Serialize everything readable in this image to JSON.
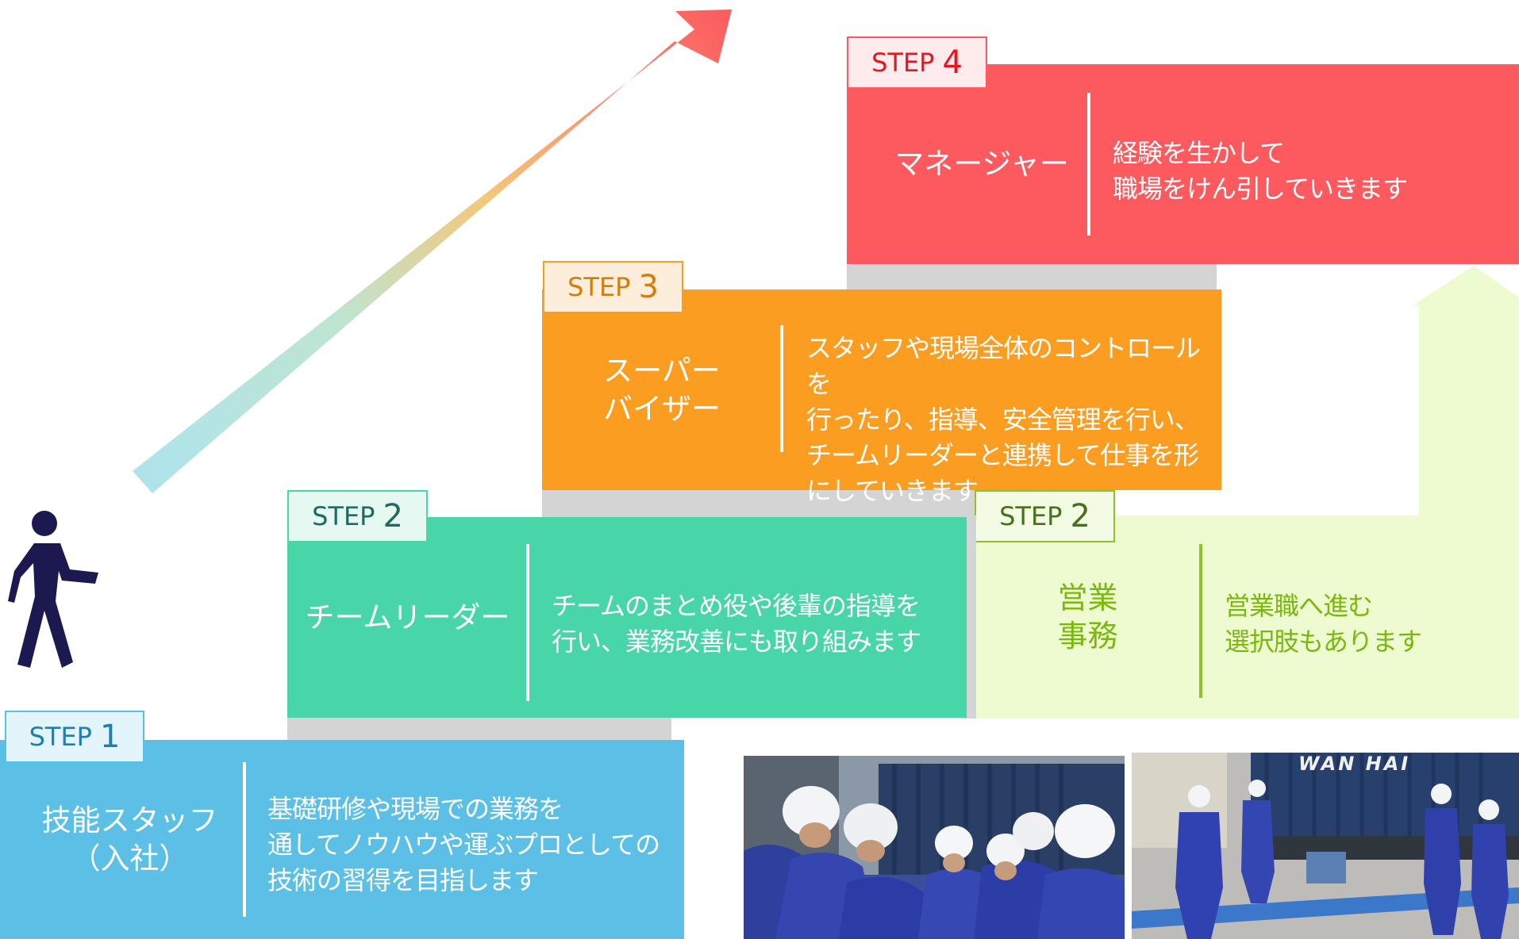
{
  "colors": {
    "step1": "#5bbfe6",
    "step2_leader": "#48d6a8",
    "step2_sales": "#eefbd0",
    "step3": "#fa9d21",
    "step4": "#fc5a5f",
    "arrow_start": "#aee3ee",
    "arrow_mid": "#f4c77a",
    "arrow_end": "#fc5a5f",
    "walker": "#1c1950"
  },
  "icons": {
    "walker": "walking-person-icon",
    "arrow": "growth-arrow-icon"
  },
  "steps": [
    {
      "tag_word": "STEP",
      "tag_num": "1",
      "title": "技能スタッフ\n（入社）",
      "description": "基礎研修や現場での業務を\n通してノウハウや運ぶプロとしての\n技術の習得を目指します"
    },
    {
      "tag_word": "STEP",
      "tag_num": "2",
      "title": "チームリーダー",
      "description": "チームのまとめ役や後輩の指導を\n行い、業務改善にも取り組みます"
    },
    {
      "tag_word": "STEP",
      "tag_num": "2",
      "title": "営業\n事務",
      "description": "営業職へ進む\n選択肢もあります"
    },
    {
      "tag_word": "STEP",
      "tag_num": "3",
      "title": "スーパー\nバイザー",
      "description": "スタッフや現場全体のコントロールを\n行ったり、指導、安全管理を行い、\nチームリーダーと連携して仕事を形\nにしていきます"
    },
    {
      "tag_word": "STEP",
      "tag_num": "4",
      "title": "マネージャー",
      "description": "経験を生かして\n職場をけん引していきます"
    }
  ],
  "photos": [
    {
      "container_text": ""
    },
    {
      "container_text": "WAN HAI"
    }
  ]
}
